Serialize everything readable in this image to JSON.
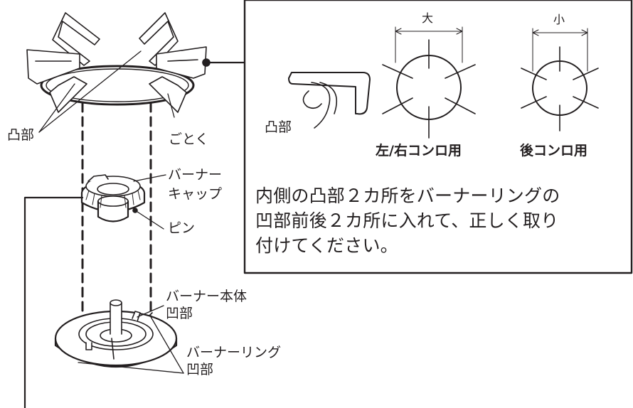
{
  "labels": {
    "trivet_boss": "凸部",
    "trivet": "ごとく",
    "cap_line1": "バーナー",
    "cap_line2": "キャップ",
    "pin": "ピン",
    "body_line1": "バーナー本体",
    "body_line2": "凹部",
    "ring_line1": "バーナーリング",
    "ring_line2": "凹部"
  },
  "inset": {
    "boss_label": "凸部",
    "size_large": "大",
    "size_small": "小",
    "caption_left_right": "左/右コンロ用",
    "caption_rear": "後コンロ用",
    "instruction_line1": "内側の凸部２カ所をバーナーリングの",
    "instruction_line2": "凹部前後２カ所に入れて、正しく取り",
    "instruction_line3": "付けてください。"
  }
}
